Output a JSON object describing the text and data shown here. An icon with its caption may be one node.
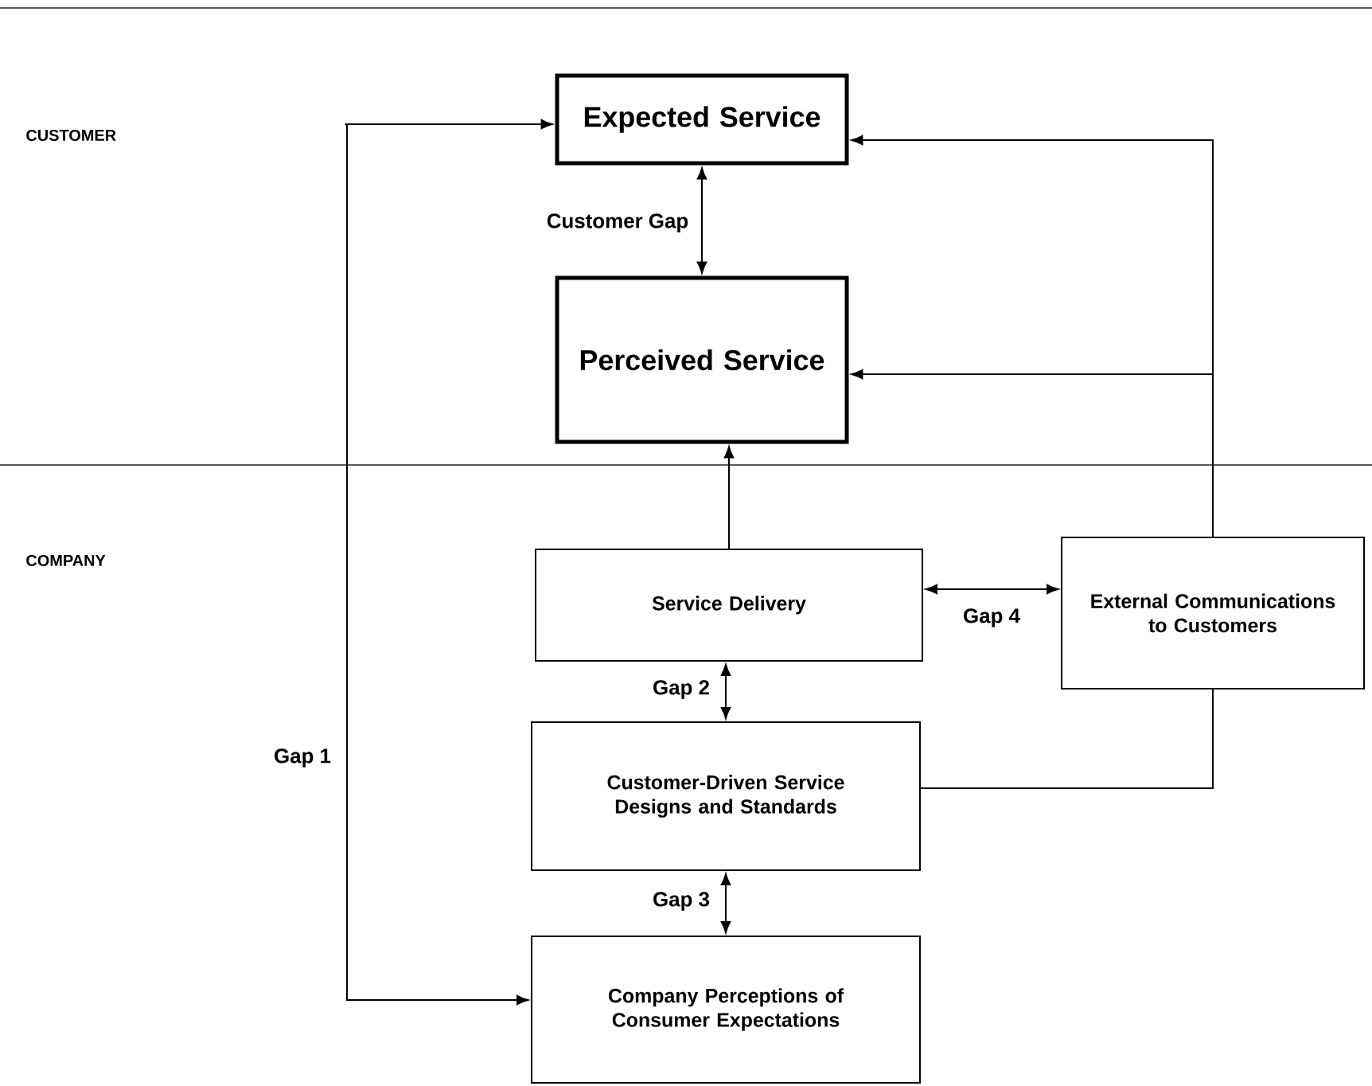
{
  "diagram": {
    "nodes": [
      {
        "text": [
          "Expected Service"
        ]
      },
      {
        "text": [
          "Perceived Service"
        ]
      },
      {
        "text": [
          "Service Delivery"
        ]
      },
      {
        "text": [
          "External Communications to Customers"
        ]
      },
      {
        "text": [
          "Customer-Driven Service Designs and Standards"
        ]
      },
      {
        "text": [
          "Company Perceptions of Consumer Expectations"
        ]
      }
    ],
    "edges": [
      {
        "from": 0,
        "to": 1,
        "arrow": "both",
        "label": "Customer Gap"
      },
      {
        "from": 2,
        "to": 1,
        "arrow": "to"
      },
      {
        "from": 2,
        "to": 3,
        "arrow": "both",
        "label": "Gap 4"
      },
      {
        "from": 2,
        "to": 4,
        "arrow": "both",
        "label": "Gap 2"
      },
      {
        "from": 4,
        "to": 5,
        "arrow": "both",
        "label": "Gap 3"
      },
      {
        "from": 5,
        "to": 0,
        "arrow": "both",
        "label": "Gap 1"
      },
      {
        "from": 3,
        "to": 0,
        "arrow": "to"
      },
      {
        "from": 3,
        "to": 1,
        "arrow": "to"
      },
      {
        "from": 4,
        "to": 3,
        "arrow": "none"
      }
    ],
    "labels": [
      "CUSTOMER",
      "COMPANY"
    ]
  }
}
